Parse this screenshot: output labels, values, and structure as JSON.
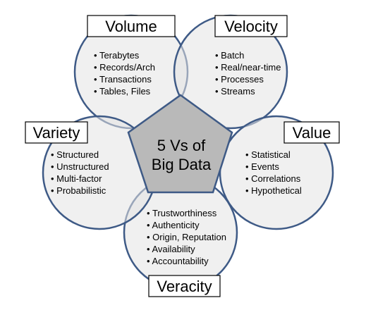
{
  "center": {
    "lines": [
      "5 Vs of",
      "Big Data"
    ]
  },
  "petals": [
    {
      "id": "volume",
      "label": "Volume",
      "items": [
        "Terabytes",
        "Records/Arch",
        "Transactions",
        "Tables, Files"
      ]
    },
    {
      "id": "velocity",
      "label": "Velocity",
      "items": [
        "Batch",
        "Real/near-time",
        "Processes",
        "Streams"
      ]
    },
    {
      "id": "value",
      "label": "Value",
      "items": [
        "Statistical",
        "Events",
        "Correlations",
        "Hypothetical"
      ]
    },
    {
      "id": "veracity",
      "label": "Veracity",
      "items": [
        "Trustworthiness",
        "Authenticity",
        "Origin, Reputation",
        "Availability",
        "Accountability"
      ]
    },
    {
      "id": "variety",
      "label": "Variety",
      "items": [
        "Structured",
        "Unstructured",
        "Multi-factor",
        "Probabilistic"
      ]
    }
  ],
  "colors": {
    "circle_fill": "#e3e3e3",
    "circle_stroke": "#3e5a86",
    "pentagon_fill": "#b9b9b9",
    "pentagon_stroke": "#3e5a86",
    "label_box_fill": "#ffffff",
    "label_box_stroke": "#000000",
    "text": "#000000"
  }
}
